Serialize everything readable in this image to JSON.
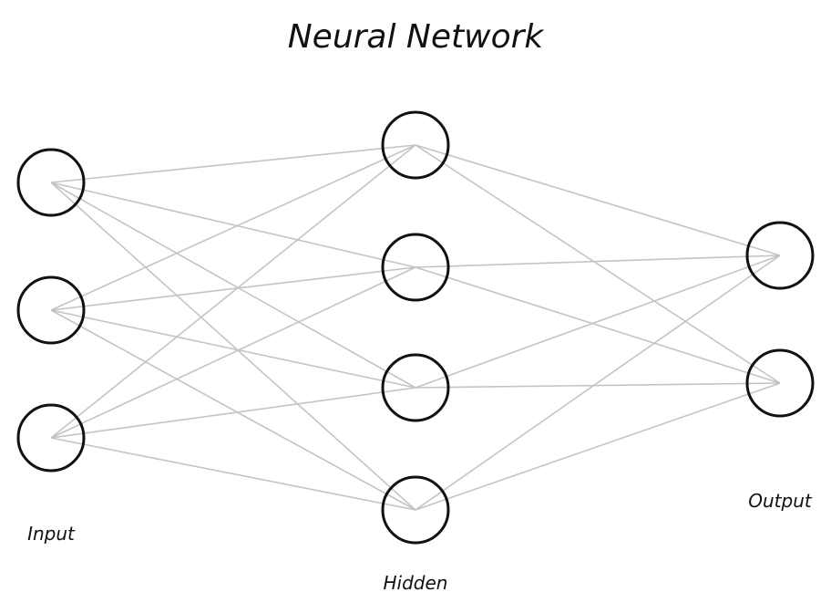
{
  "title": "Neural Network",
  "colors": {
    "node_stroke": "#111111",
    "edge_stroke": "#c4c4c4",
    "background": "#ffffff"
  },
  "layers": [
    {
      "id": "input",
      "label": "Input",
      "node_count": 3
    },
    {
      "id": "hidden",
      "label": "Hidden",
      "node_count": 4
    },
    {
      "id": "output",
      "label": "Output",
      "node_count": 2
    }
  ],
  "connectivity": "fully-connected"
}
